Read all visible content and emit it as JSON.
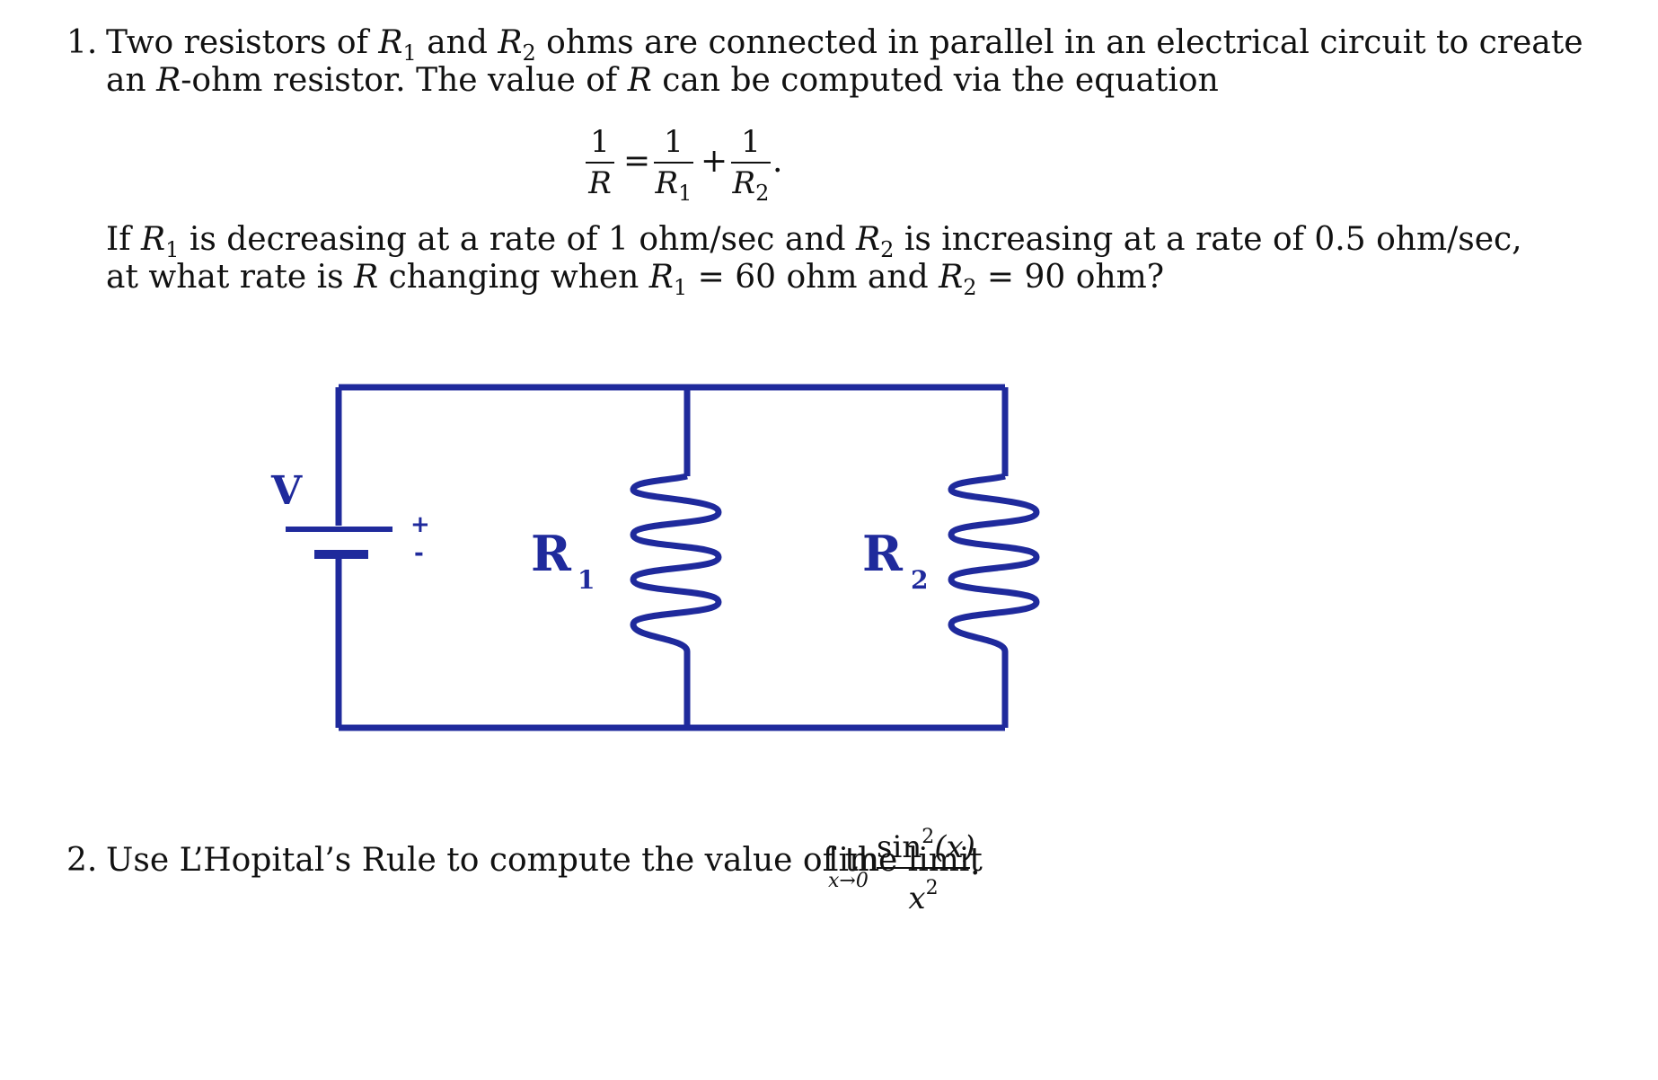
{
  "problem1": {
    "number": "1.",
    "line1": {
      "t1": "Two resistors of ",
      "r": "R",
      "s1": "1",
      "t2": " and ",
      "s2": "2",
      "t3": " ohms are connected in parallel in an electrical circuit to create"
    },
    "line2": {
      "t1": "an ",
      "r": "R",
      "t2": "-ohm resistor.  The value of ",
      "t3": " can be computed via the equation"
    },
    "equation": {
      "one": "1",
      "R": "R",
      "R1": "R",
      "s1": "1",
      "R2": "R",
      "s2": "2",
      "equals": "=",
      "plus": "+",
      "period": "."
    },
    "line3": {
      "t1": "If ",
      "t2": " is decreasing at a rate of 1 ohm/sec and ",
      "t3": " is increasing at a rate of 0.5 ohm/sec,"
    },
    "line4": {
      "t1": "at what rate is ",
      "t2": " changing when ",
      "t3": " = 60 ohm and ",
      "t4": " = 90 ohm?"
    }
  },
  "circuit": {
    "color": "#1f2a9c",
    "battery_label": "V",
    "plus": "+",
    "minus": "-",
    "r1_label": "R",
    "r1_sub": "1",
    "r2_label": "R",
    "r2_sub": "2"
  },
  "problem2": {
    "number": "2.",
    "text": "Use L’Hopital’s Rule to compute the value of the limit ",
    "lim": "lim",
    "lim_sub": "x→0",
    "num_fn": "sin",
    "num_pow": "2",
    "num_arg": "(x)",
    "den_var": "x",
    "den_pow": "2",
    "period": "."
  }
}
